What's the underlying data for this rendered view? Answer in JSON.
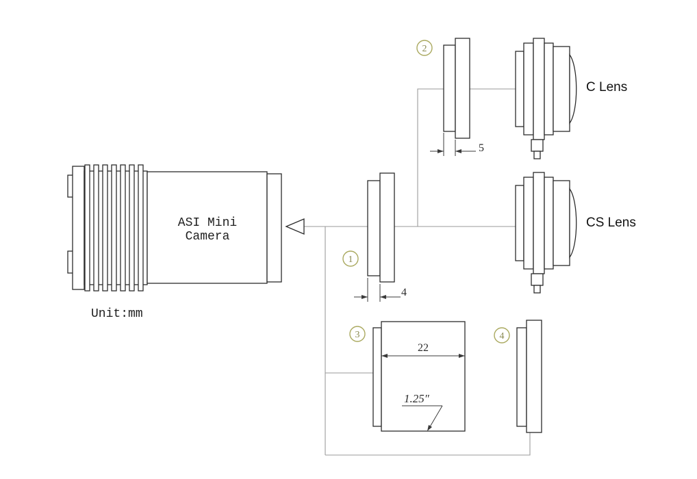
{
  "camera": {
    "label_line1": "ASI Mini",
    "label_line2": "Camera",
    "unit_note": "Unit:mm"
  },
  "lenses": {
    "c_lens_label": "C Lens",
    "cs_lens_label": "CS Lens"
  },
  "callouts": {
    "adapter1": "1",
    "adapter2": "2",
    "adapter3": "3",
    "adapter4": "4"
  },
  "dimensions": {
    "adapter1_width": "4",
    "adapter2_width": "5",
    "barrel_length": "22",
    "barrel_diameter": "1.25″"
  },
  "colors": {
    "outline": "#2b2b2b",
    "connector": "#9a9a9a",
    "callout_olive": "#aaa95f",
    "background": "#ffffff"
  }
}
